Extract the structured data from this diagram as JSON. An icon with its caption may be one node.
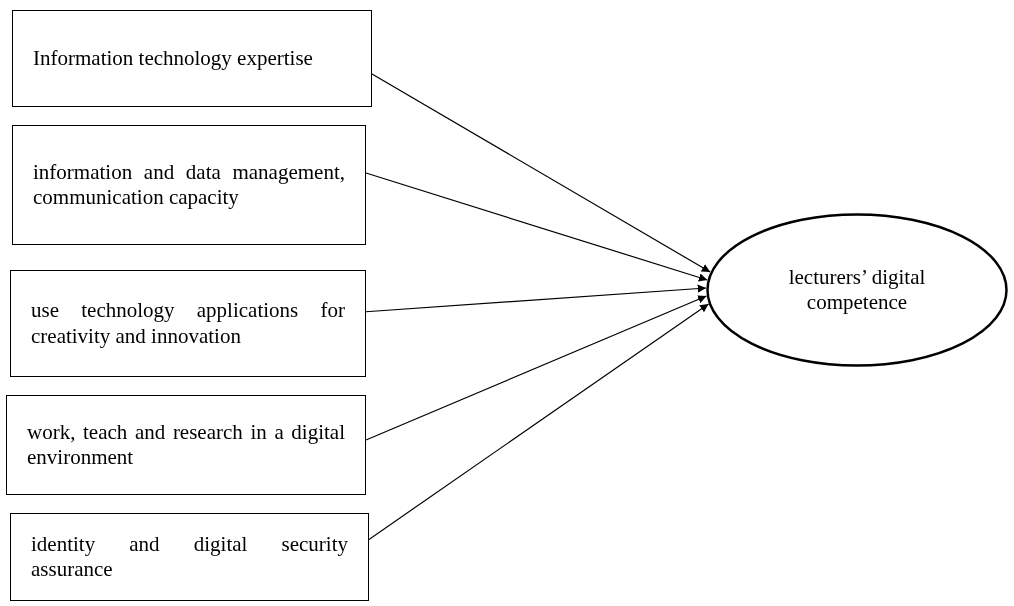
{
  "diagram": {
    "nodes": [
      {
        "text": [
          "Information technology expertise"
        ]
      },
      {
        "text": [
          "information and data management, communication capacity"
        ]
      },
      {
        "text": [
          "use technology applications for creativity and innovation"
        ]
      },
      {
        "text": [
          "work, teach and research in a digital environment"
        ]
      },
      {
        "text": [
          "identity and digital security assurance"
        ]
      },
      {
        "text": [
          "lecturers’ digital competence"
        ]
      }
    ],
    "edges": [
      {
        "from": 0,
        "to": 5,
        "arrow": "to"
      },
      {
        "from": 1,
        "to": 5,
        "arrow": "to"
      },
      {
        "from": 2,
        "to": 5,
        "arrow": "to"
      },
      {
        "from": 3,
        "to": 5,
        "arrow": "to"
      },
      {
        "from": 4,
        "to": 5,
        "arrow": "to"
      }
    ]
  }
}
